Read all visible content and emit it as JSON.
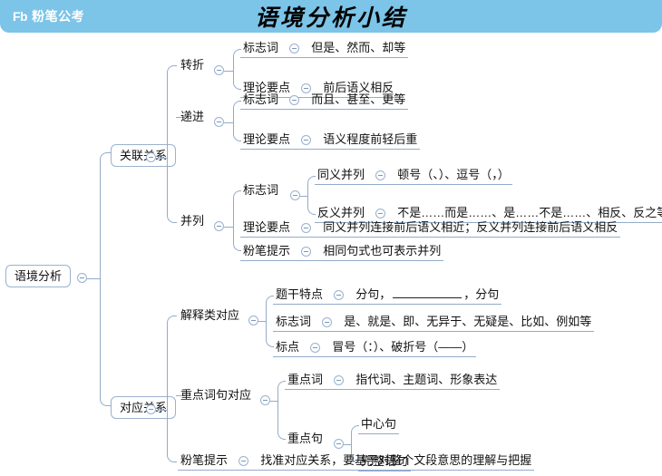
{
  "header": {
    "logo_mark": "Fb",
    "logo_text": "粉笔公考",
    "title": "语境分析小结",
    "bar_color": "#7cc4e8"
  },
  "icons": {
    "collapse": "collapse-toggle-icon"
  },
  "colors": {
    "line": "#93abc9",
    "node_border": "#9bb2cd",
    "header": "#7cc4e8",
    "text": "#111111"
  },
  "mindmap": {
    "root": "语境分析",
    "branches": [
      {
        "label": "关联关系",
        "children": [
          {
            "label": "转折",
            "rows": [
              {
                "label": "标志词",
                "value": "但是、然而、却等"
              },
              {
                "label": "理论要点",
                "value": "前后语义相反"
              }
            ]
          },
          {
            "label": "递进",
            "rows": [
              {
                "label": "标志词",
                "value": "而且、甚至、更等"
              },
              {
                "label": "理论要点",
                "value": "语义程度前轻后重"
              }
            ]
          },
          {
            "label": "并列",
            "rows": [
              {
                "label": "标志词",
                "subrows": [
                  {
                    "label": "同义并列",
                    "value": "顿号（、）、逗号（，）"
                  },
                  {
                    "label": "反义并列",
                    "value": "不是……而是……、是……不是……、相反、反之等"
                  }
                ]
              },
              {
                "label": "理论要点",
                "value": "同义并列连接前后语义相近；反义并列连接前后语义相反"
              },
              {
                "label": "粉笔提示",
                "value": "相同句式也可表示并列"
              }
            ]
          }
        ]
      },
      {
        "label": "对应关系",
        "children": [
          {
            "label": "解释类对应",
            "rows": [
              {
                "label": "题干特点",
                "value_prefix": "分句，",
                "value_blank": true,
                "value_suffix": "，分句"
              },
              {
                "label": "标志词",
                "value": "是、就是、即、无异于、无疑是、比如、例如等"
              },
              {
                "label": "标点",
                "value": "冒号（：）、破折号（——）"
              }
            ]
          },
          {
            "label": "重点词句对应",
            "rows": [
              {
                "label": "重点词",
                "value": "指代词、主题词、形象表达"
              },
              {
                "label": "重点句",
                "subrows": [
                  {
                    "label": "中心句"
                  },
                  {
                    "label": "完整语句"
                  }
                ]
              }
            ]
          },
          {
            "label": "粉笔提示",
            "value": "找准对应关系，要基于对整个文段意思的理解与把握"
          }
        ]
      }
    ]
  }
}
